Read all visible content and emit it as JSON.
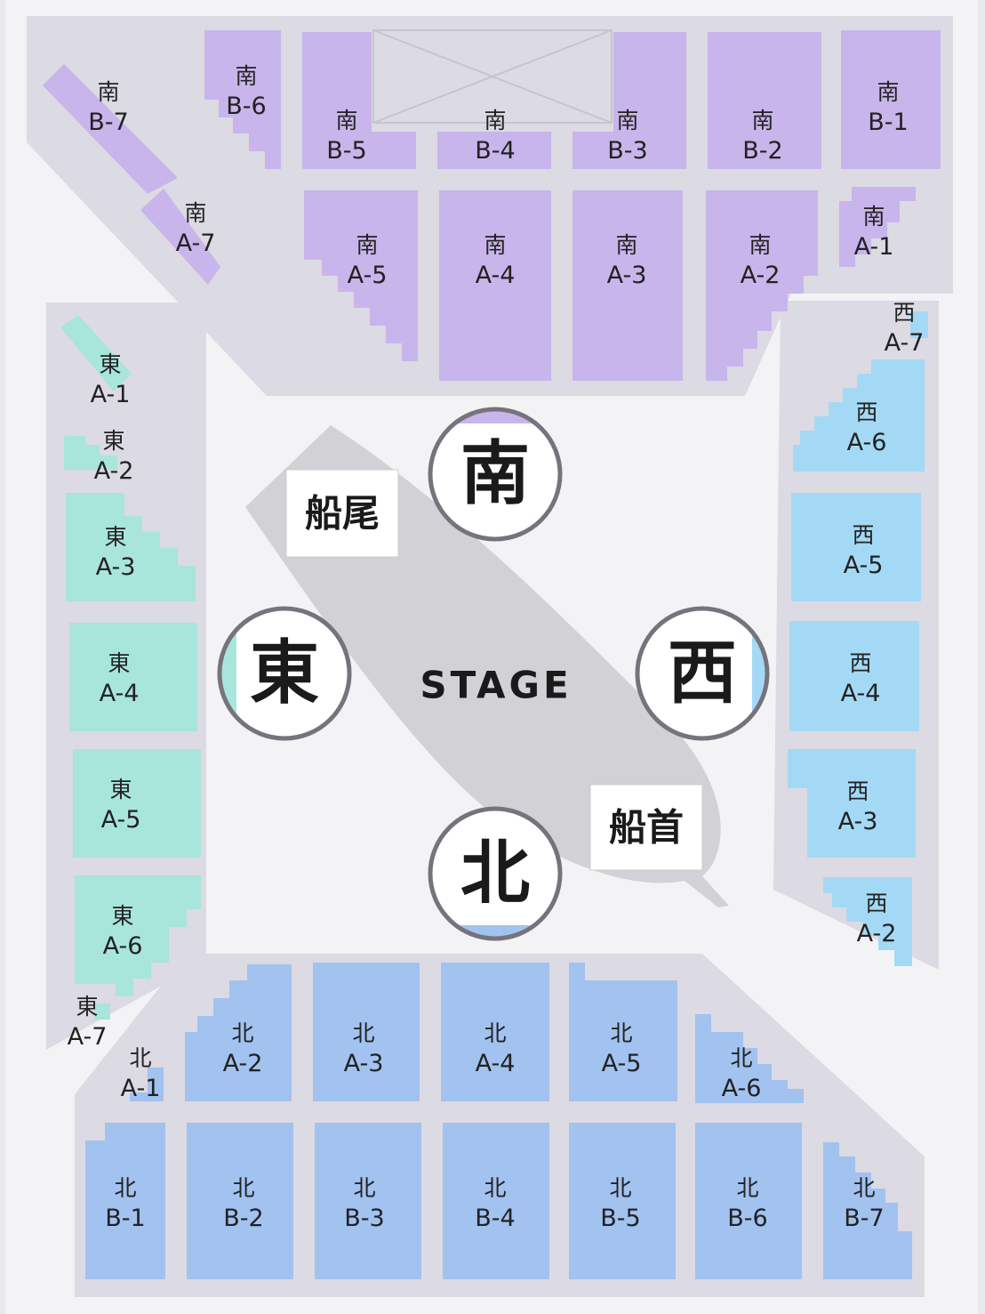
{
  "stage_label": "STAGE",
  "directions": {
    "south": "南",
    "east": "東",
    "west": "西",
    "north": "北"
  },
  "ship_labels": {
    "stern": "船尾",
    "bow": "船首"
  },
  "colors": {
    "south": "#c8b5eb",
    "east": "#a8e5db",
    "west": "#a4d9f5",
    "north": "#a2c2f0",
    "concourse": "#dcdae2",
    "floor": "#f3f3f5",
    "stage": "#d2d2d6"
  },
  "blocks": {
    "south": [
      {
        "id": "s-b7",
        "dir": "南",
        "code": "B-7"
      },
      {
        "id": "s-b6",
        "dir": "南",
        "code": "B-6"
      },
      {
        "id": "s-b5",
        "dir": "南",
        "code": "B-5"
      },
      {
        "id": "s-b4",
        "dir": "南",
        "code": "B-4"
      },
      {
        "id": "s-b3",
        "dir": "南",
        "code": "B-3"
      },
      {
        "id": "s-b2",
        "dir": "南",
        "code": "B-2"
      },
      {
        "id": "s-b1",
        "dir": "南",
        "code": "B-1"
      },
      {
        "id": "s-a7",
        "dir": "南",
        "code": "A-7"
      },
      {
        "id": "s-a5",
        "dir": "南",
        "code": "A-5"
      },
      {
        "id": "s-a4",
        "dir": "南",
        "code": "A-4"
      },
      {
        "id": "s-a3",
        "dir": "南",
        "code": "A-3"
      },
      {
        "id": "s-a2",
        "dir": "南",
        "code": "A-2"
      },
      {
        "id": "s-a1",
        "dir": "南",
        "code": "A-1"
      }
    ],
    "east": [
      {
        "id": "e-a1",
        "dir": "東",
        "code": "A-1"
      },
      {
        "id": "e-a2",
        "dir": "東",
        "code": "A-2"
      },
      {
        "id": "e-a3",
        "dir": "東",
        "code": "A-3"
      },
      {
        "id": "e-a4",
        "dir": "東",
        "code": "A-4"
      },
      {
        "id": "e-a5",
        "dir": "東",
        "code": "A-5"
      },
      {
        "id": "e-a6",
        "dir": "東",
        "code": "A-6"
      },
      {
        "id": "e-a7",
        "dir": "東",
        "code": "A-7"
      }
    ],
    "west": [
      {
        "id": "w-a7",
        "dir": "西",
        "code": "A-7"
      },
      {
        "id": "w-a6",
        "dir": "西",
        "code": "A-6"
      },
      {
        "id": "w-a5",
        "dir": "西",
        "code": "A-5"
      },
      {
        "id": "w-a4",
        "dir": "西",
        "code": "A-4"
      },
      {
        "id": "w-a3",
        "dir": "西",
        "code": "A-3"
      },
      {
        "id": "w-a2",
        "dir": "西",
        "code": "A-2"
      }
    ],
    "north": [
      {
        "id": "n-a1",
        "dir": "北",
        "code": "A-1"
      },
      {
        "id": "n-a2",
        "dir": "北",
        "code": "A-2"
      },
      {
        "id": "n-a3",
        "dir": "北",
        "code": "A-3"
      },
      {
        "id": "n-a4",
        "dir": "北",
        "code": "A-4"
      },
      {
        "id": "n-a5",
        "dir": "北",
        "code": "A-5"
      },
      {
        "id": "n-a6",
        "dir": "北",
        "code": "A-6"
      },
      {
        "id": "n-b1",
        "dir": "北",
        "code": "B-1"
      },
      {
        "id": "n-b2",
        "dir": "北",
        "code": "B-2"
      },
      {
        "id": "n-b3",
        "dir": "北",
        "code": "B-3"
      },
      {
        "id": "n-b4",
        "dir": "北",
        "code": "B-4"
      },
      {
        "id": "n-b5",
        "dir": "北",
        "code": "B-5"
      },
      {
        "id": "n-b6",
        "dir": "北",
        "code": "B-6"
      },
      {
        "id": "n-b7",
        "dir": "北",
        "code": "B-7"
      }
    ]
  }
}
